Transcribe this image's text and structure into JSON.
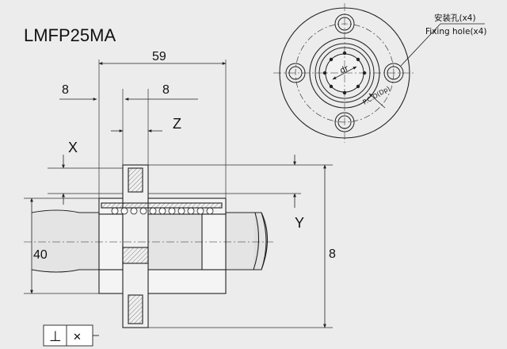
{
  "title": "LMFP25MA",
  "dimensions": {
    "overall_length": "59",
    "left_offset": "8",
    "flange_width": "8",
    "z": "Z",
    "x": "X",
    "y": "Y",
    "outer_diameter": "40",
    "right_height": "8"
  },
  "annotations": {
    "fixing_hole_cn": "安装孔(x4)",
    "fixing_hole_en": "Fixing hole(x4)",
    "inner_dia": "dr",
    "pcd": "P.C.D(Dp)"
  },
  "tolerance_symbols": {
    "perpendicular": "⊥",
    "datum": "✕"
  },
  "colors": {
    "background": "#ececec",
    "line": "#222222",
    "hatch": "#555555"
  }
}
